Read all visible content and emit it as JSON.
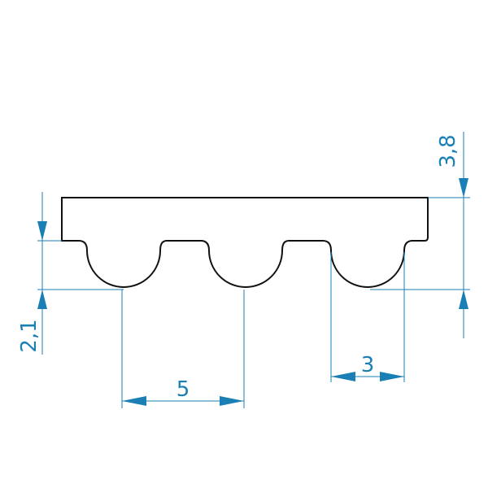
{
  "colors": {
    "profile_stroke": "#111111",
    "dimension": "#1a7fb5",
    "background": "#ffffff"
  },
  "dimensions": {
    "pitch": "5",
    "tooth_width": "3",
    "tooth_height": "2,1",
    "total_height": "3,8"
  }
}
